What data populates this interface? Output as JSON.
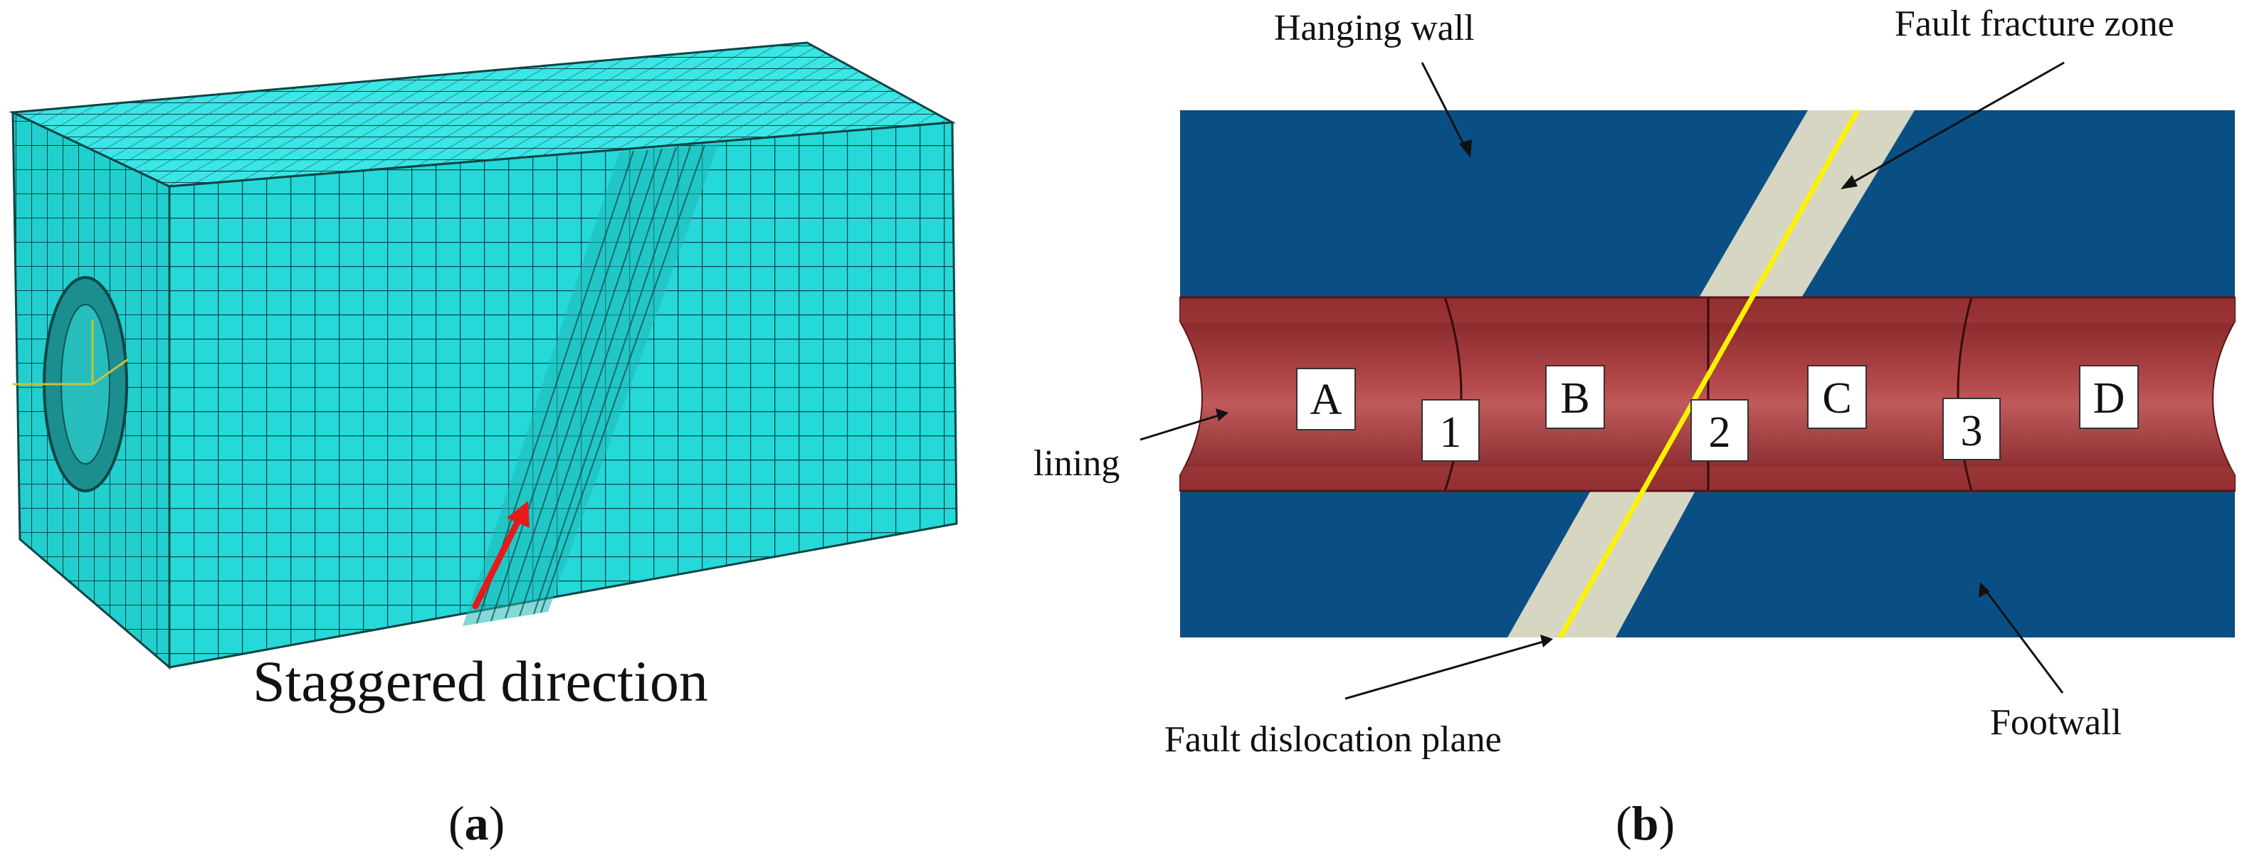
{
  "panel_a": {
    "caption_open": "(",
    "caption_letter": "a",
    "caption_close": ")",
    "label_staggered": "Staggered direction",
    "mesh_color": "#25D9D9",
    "arrow_color": "#E51A1A"
  },
  "panel_b": {
    "caption_open": "(",
    "caption_letter": "b",
    "caption_close": ")",
    "label_hanging_wall": "Hanging wall",
    "label_fault_zone": "Fault fracture zone",
    "label_lining": "lining",
    "label_dislocation_plane": "Fault dislocation plane",
    "label_footwall": "Footwall",
    "segments": [
      "A",
      "B",
      "C",
      "D"
    ],
    "joints": [
      "1",
      "2",
      "3"
    ],
    "rock_color": "#0A4F84",
    "lining_color": "#8E2A2C",
    "zone_color": "#D7D6C3",
    "plane_color": "#FFF200"
  }
}
